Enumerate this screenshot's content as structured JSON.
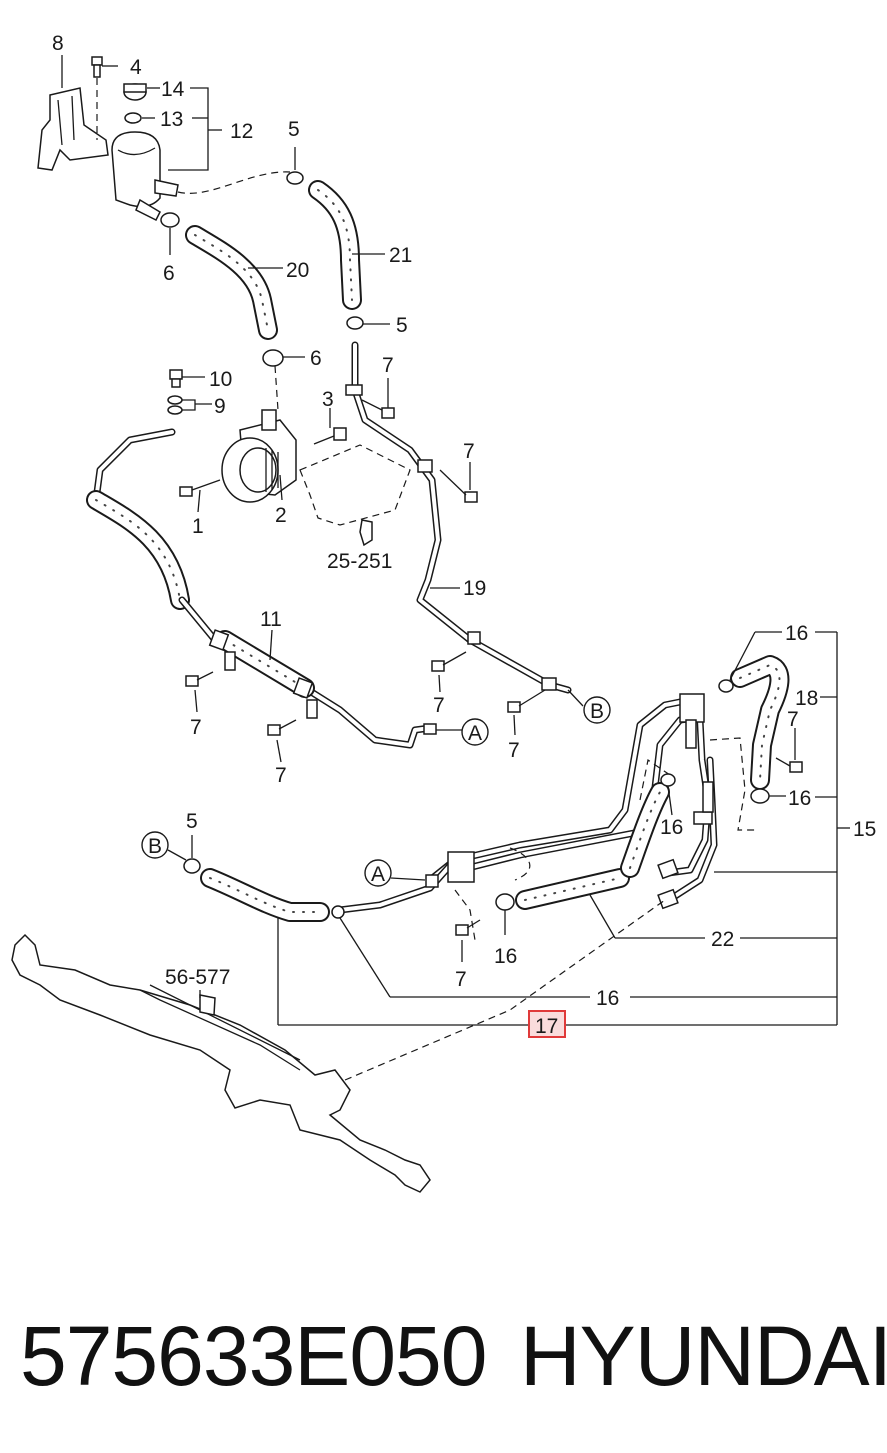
{
  "callouts": {
    "c8": "8",
    "c4": "4",
    "c14": "14",
    "c13": "13",
    "c12": "12",
    "c5a": "5",
    "c6a": "6",
    "c20": "20",
    "c21": "21",
    "c5b": "5",
    "c6b": "6",
    "c10": "10",
    "c9": "9",
    "c3": "3",
    "c7a": "7",
    "c7b": "7",
    "c1": "1",
    "c2": "2",
    "c25": "25-251",
    "c19": "19",
    "c11": "11",
    "c7c": "7",
    "c7d": "7",
    "c7e": "7",
    "c7f": "7",
    "c16a": "16",
    "c18": "18",
    "c7g": "7",
    "c16b": "16",
    "c15": "15",
    "c16c": "16",
    "c5c": "5",
    "c16d": "16",
    "c22": "22",
    "c7h": "7",
    "c56": "56-577",
    "c16e": "16",
    "c17": "17"
  },
  "markers": {
    "A": "A",
    "B": "B"
  },
  "highlight_color": "#e03a3a",
  "footer": {
    "part_number": "575633E050",
    "brand": "HYUNDAI"
  }
}
